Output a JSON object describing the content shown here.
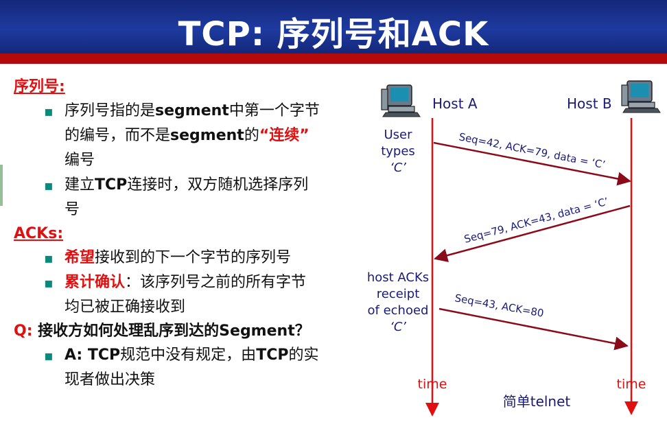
{
  "header": {
    "title": "TCP: 序列号和ACK"
  },
  "seq_section": {
    "heading": "序列号:",
    "b1_a": "序列号指的是",
    "b1_b": "segment",
    "b1_c": "中第一个字节",
    "b1_d": "的编号，而不是",
    "b1_e": "segment",
    "b1_f": "的",
    "b1_g": "“连续”",
    "b1_h": "编号",
    "b2_a": "建立",
    "b2_b": "TCP",
    "b2_c": "连接时，双方随机选择序列",
    "b2_d": "号"
  },
  "ack_section": {
    "heading": "ACKs:",
    "b1_red": "希望",
    "b1_rest": "接收到的下一个字节的序列号",
    "b2_red": "累计确认",
    "b2_rest_a": "：该序列号之前的所有字节",
    "b2_rest_b": "均已被正确接收到"
  },
  "q_section": {
    "q_label": "Q:",
    "q_text_a": " 接收方如何处理乱序到达的",
    "q_text_b": "Segment",
    "q_text_c": "？",
    "a_label": "A:",
    "a_text_a": " TCP",
    "a_text_b": "规范中没有规定，由",
    "a_text_c": "TCP",
    "a_text_d": "的实",
    "a_text_e": "现者做出决策"
  },
  "diagram": {
    "host_a": "Host A",
    "host_b": "Host B",
    "user_types_1": "User",
    "user_types_2": "types",
    "user_types_3": "‘C’",
    "host_acks_1": "host ACKs",
    "host_acks_2": "receipt",
    "host_acks_3": "of echoed",
    "host_acks_4": "‘C’",
    "msg1": "Seq=42, ACK=79, data = ‘C’",
    "msg2": "Seq=79, ACK=43, data = ‘C’",
    "msg3": "Seq=43, ACK=80",
    "time_a": "time",
    "time_b": "time",
    "caption": "简单telnet",
    "colors": {
      "timeline": "#e01010",
      "arrow": "#8b0a1a",
      "label_blue": "#1a1a7a"
    }
  }
}
